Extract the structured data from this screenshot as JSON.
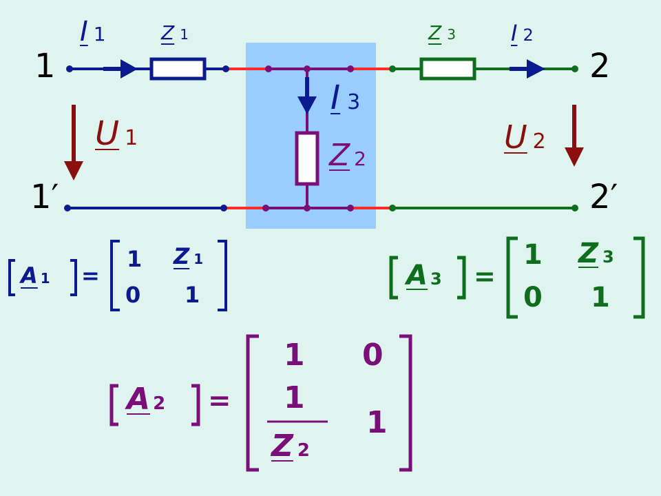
{
  "colors": {
    "background": "#dff4ee",
    "highlight": "#99ccff",
    "left_network": "#0b1a8f",
    "middle_network": "#7a0f7a",
    "right_network": "#0e6e1e",
    "connector": "#ff2a2a",
    "voltage_arrow": "#8b0f0f"
  },
  "terminals": {
    "t1": "1",
    "t1p": "1′",
    "t2": "2",
    "t2p": "2′"
  },
  "labels": {
    "I1": {
      "sym": "I",
      "sub": "1"
    },
    "I2": {
      "sym": "I",
      "sub": "2"
    },
    "I3": {
      "sym": "I",
      "sub": "3"
    },
    "Z1": {
      "sym": "Z",
      "sub": "1"
    },
    "Z2": {
      "sym": "Z",
      "sub": "2"
    },
    "Z3": {
      "sym": "Z",
      "sub": "3"
    },
    "U1": {
      "sym": "U",
      "sub": "1"
    },
    "U2": {
      "sym": "U",
      "sub": "2"
    }
  },
  "matrices": {
    "A1": {
      "sym": "A",
      "sub": "1",
      "eq": "=",
      "m11": "1",
      "m12_sym": "Z",
      "m12_sub": "1",
      "m21": "0",
      "m22": "1"
    },
    "A3": {
      "sym": "A",
      "sub": "3",
      "eq": "=",
      "m11": "1",
      "m12_sym": "Z",
      "m12_sub": "3",
      "m21": "0",
      "m22": "1"
    },
    "A2": {
      "sym": "A",
      "sub": "2",
      "eq": "=",
      "m11": "1",
      "m12": "0",
      "m21_num": "1",
      "m21_den_sym": "Z",
      "m21_den_sub": "2",
      "m22": "1"
    }
  }
}
